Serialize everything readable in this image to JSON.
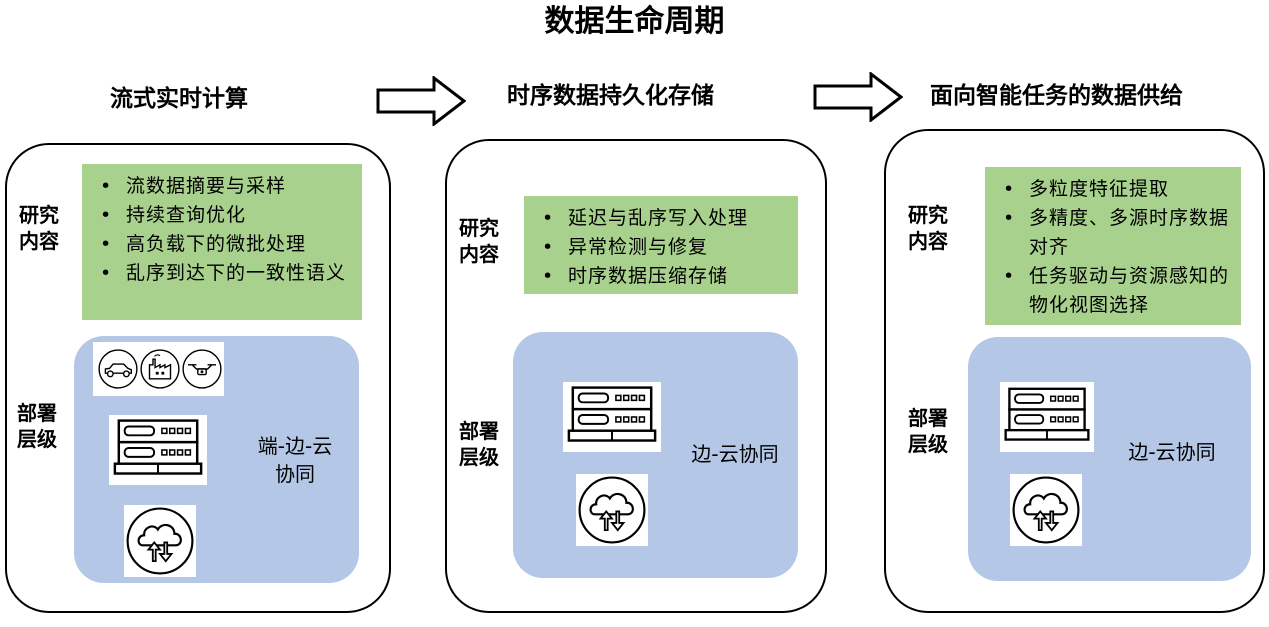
{
  "title": "数据生命周期",
  "stages": [
    {
      "title": "流式实时计算",
      "research_label": [
        "研究",
        "内容"
      ],
      "items": [
        "流数据摘要与采样",
        "持续查询优化",
        "高负载下的微批处理",
        "乱序到达下的一致性语义"
      ],
      "deploy_label": [
        "部署",
        "层级"
      ],
      "deploy_text": [
        "端-边-云",
        "协同"
      ],
      "icons": [
        "car-icon",
        "factory-icon",
        "drone-icon",
        "server-icon",
        "cloud-sync-icon"
      ]
    },
    {
      "title": "时序数据持久化存储",
      "research_label": [
        "研究",
        "内容"
      ],
      "items": [
        "延迟与乱序写入处理",
        "异常检测与修复",
        "时序数据压缩存储"
      ],
      "deploy_label": [
        "部署",
        "层级"
      ],
      "deploy_text": [
        "边-云协同"
      ],
      "icons": [
        "server-icon",
        "cloud-sync-icon"
      ]
    },
    {
      "title": "面向智能任务的数据供给",
      "research_label": [
        "研究",
        "内容"
      ],
      "items": [
        "多粒度特征提取",
        "多精度、多源时序数据对齐",
        "任务驱动与资源感知的物化视图选择"
      ],
      "deploy_label": [
        "部署",
        "层级"
      ],
      "deploy_text": [
        "边-云协同"
      ],
      "icons": [
        "server-icon",
        "cloud-sync-icon"
      ]
    }
  ],
  "arrows": [
    "right-arrow-icon",
    "right-arrow-icon"
  ]
}
